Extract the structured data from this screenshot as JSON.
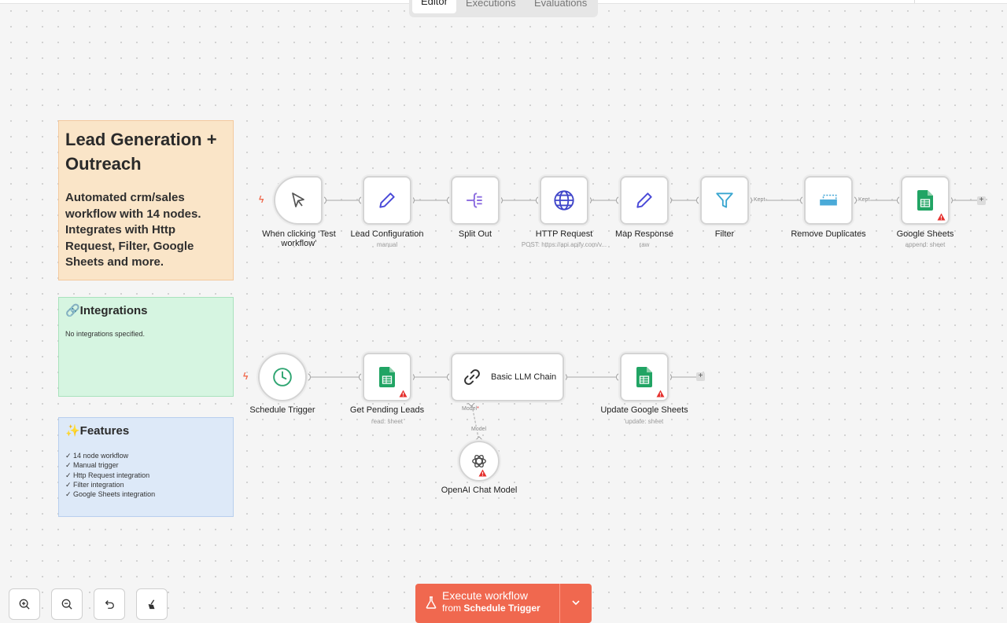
{
  "tabs": {
    "editor": "Editor",
    "executions": "Executions",
    "evaluations": "Evaluations"
  },
  "sticky_main": {
    "title": "Lead Generation + Outreach",
    "description": "Automated crm/sales workflow with 14 nodes. Integrates with Http Request, Filter, Google Sheets and more."
  },
  "sticky_integrations": {
    "title": "🔗Integrations",
    "text": "No integrations specified."
  },
  "sticky_features": {
    "title": "✨Features",
    "items": [
      "✓ 14 node workflow",
      "✓ Manual trigger",
      "✓ Http Request integration",
      "✓ Filter integration",
      "✓ Google Sheets integration"
    ]
  },
  "nodes": {
    "manual_trigger": {
      "label": "When clicking ‘Test workflow’",
      "icon": "cursor-icon"
    },
    "lead_config": {
      "label": "Lead Configuration",
      "sub": "manual",
      "icon": "pencil-icon"
    },
    "split_out": {
      "label": "Split Out",
      "icon": "split-icon"
    },
    "http_request": {
      "label": "HTTP Request",
      "sub": "POST: https://api.apify.com/v...",
      "icon": "globe-icon"
    },
    "map_response": {
      "label": "Map Response",
      "sub": "raw",
      "icon": "pencil-icon"
    },
    "filter": {
      "label": "Filter",
      "icon": "funnel-icon"
    },
    "remove_duplicates": {
      "label": "Remove Duplicates",
      "icon": "dedupe-icon"
    },
    "google_sheets": {
      "label": "Google Sheets",
      "sub": "append: sheet",
      "icon": "sheets-icon"
    },
    "schedule_trigger": {
      "label": "Schedule Trigger",
      "icon": "clock-icon"
    },
    "get_pending_leads": {
      "label": "Get Pending Leads",
      "sub": "read: sheet",
      "icon": "sheets-icon"
    },
    "basic_llm_chain": {
      "label": "Basic LLM Chain",
      "icon": "link-icon",
      "model_port": "Model",
      "model_required": "*"
    },
    "update_sheets": {
      "label": "Update Google Sheets",
      "sub": "update: sheet",
      "icon": "sheets-icon"
    },
    "openai_model": {
      "label": "OpenAI Chat Model",
      "icon": "openai-icon"
    }
  },
  "edge_labels": {
    "kept1": "Kept",
    "kept2": "Kept",
    "model": "Model"
  },
  "plus": "+",
  "execute": {
    "label": "Execute workflow",
    "from_prefix": "from ",
    "from_target": "Schedule Trigger"
  },
  "colors": {
    "accent": "#f0684f",
    "sticky_orange": "#fae5c8",
    "sticky_green": "#d6f5e1",
    "sticky_blue": "#dde9f8",
    "warning": "#e5302d",
    "sheets_green": "#21a464"
  }
}
